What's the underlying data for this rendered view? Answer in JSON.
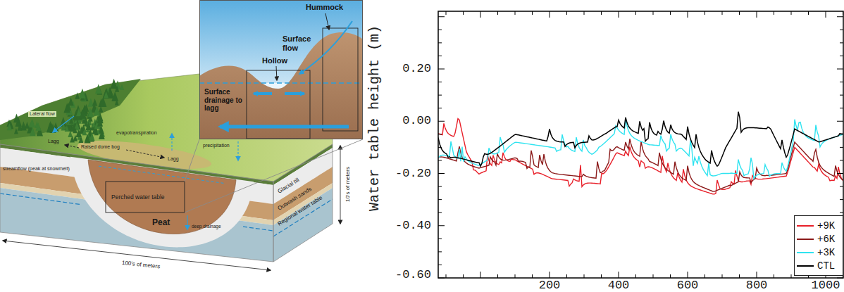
{
  "diagram": {
    "nodes": [
      {
        "text": [
          "Hummock",
          "Hollow",
          "Surface flow",
          "Surface drainage to lagg"
        ]
      }
    ],
    "labels": [
      "Lateral flow",
      "streamflow (peak at snowmelt)",
      "evapotranspiration",
      "precipitation",
      "Lagg",
      "Raised dome bog",
      "Lagg",
      "Perched water table",
      "deep drainage",
      "Glacial till",
      "Outwash sands",
      "Peat",
      "Regional water table",
      "10's of meters",
      "100's of meters",
      "Water table height (m)",
      "0.20",
      "0.00",
      "-0.20",
      "-0.40",
      "-0.60",
      "200",
      "400",
      "600",
      "800",
      "1000"
    ],
    "legend": [
      {
        "text": "+9K"
      },
      {
        "text": "+6K"
      },
      {
        "text": "+3K"
      },
      {
        "text": "CTL"
      }
    ]
  }
}
